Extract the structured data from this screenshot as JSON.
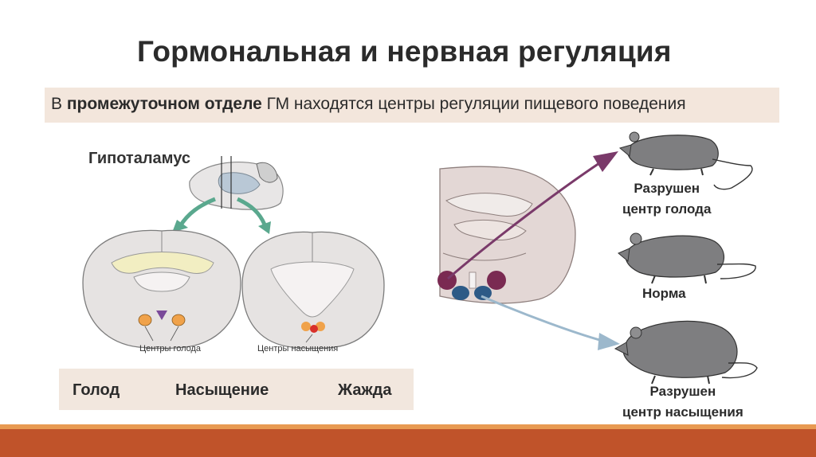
{
  "slide": {
    "title": "Гормональная и нервная регуляция",
    "subtitle": {
      "prefix": "В ",
      "bold": "промежуточном отделе",
      "suffix": " ГМ находятся центры регуляции пищевого поведения"
    },
    "hypothalamus_label": "Гипоталамус",
    "hunger_centers_label": "Центры голода",
    "satiety_centers_label": "Центры насыщения",
    "states": [
      "Голод",
      "Насыщение",
      "Жажда"
    ],
    "rats": [
      {
        "line1": "Разрушен",
        "line2": "центр голода"
      },
      {
        "line1": "Норма",
        "line2": ""
      },
      {
        "line1": "Разрушен",
        "line2": "центр насыщения"
      }
    ],
    "colors": {
      "hunger": "#f0a24a",
      "satiety": "#d8302a",
      "thirst": "#7a4a9a",
      "lesion_hunger": "#7a2a52",
      "lesion_satiety": "#2d5a86",
      "footer": "#c0532a",
      "box": "#f2e7de"
    }
  }
}
